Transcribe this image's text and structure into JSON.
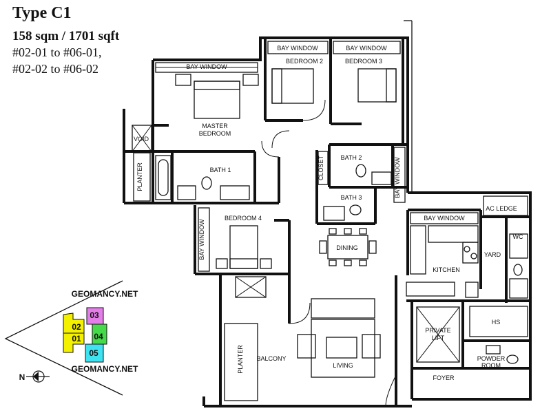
{
  "header": {
    "type": "Type C1",
    "area": "158 sqm / 1701 sqft",
    "units_line1": "#02-01 to #06-01,",
    "units_line2": "#02-02 to #06-02"
  },
  "rooms": {
    "bay_window_master": "BAY WINDOW",
    "bay_window_bed2": "BAY WINDOW",
    "bay_window_bed3": "BAY WINDOW",
    "bedroom2": "BEDROOM 2",
    "bedroom3": "BEDROOM 3",
    "master_line1": "MASTER",
    "master_line2": "BEDROOM",
    "void": "VOID",
    "planter_left": "PLANTER",
    "bath1": "BATH 1",
    "closet": "CLOSET",
    "bath2": "BATH 2",
    "bay_window_vertical_right": "BAY WINDOW",
    "bath3": "BATH 3",
    "bedroom4": "BEDROOM 4",
    "bay_window_vertical_left": "BAY WINDOW",
    "dining": "DINING",
    "bay_window_kitchen": "BAY WINDOW",
    "ac_ledge": "AC LEDGE",
    "wc": "WC",
    "yard": "YARD",
    "kitchen": "KITCHEN",
    "hs": "HS",
    "private_line1": "PRIVATE",
    "private_line2": "LIFT",
    "powder_line1": "POWDER",
    "powder_line2": "ROOM",
    "foyer": "FOYER",
    "living": "LIVING",
    "balcony": "BALCONY",
    "planter_bottom": "PLANTER"
  },
  "key_plan": {
    "watermark_top": "GEOMANCY.NET",
    "watermark_bottom": "GEOMANCY.NET",
    "blocks": [
      {
        "label": "03",
        "color": "#e37ee8"
      },
      {
        "label": "02",
        "color": "#f3f000"
      },
      {
        "label": "01",
        "color": "#f3f000"
      },
      {
        "label": "04",
        "color": "#46d94a"
      },
      {
        "label": "05",
        "color": "#3fe3f0"
      }
    ],
    "north_label": "N"
  }
}
